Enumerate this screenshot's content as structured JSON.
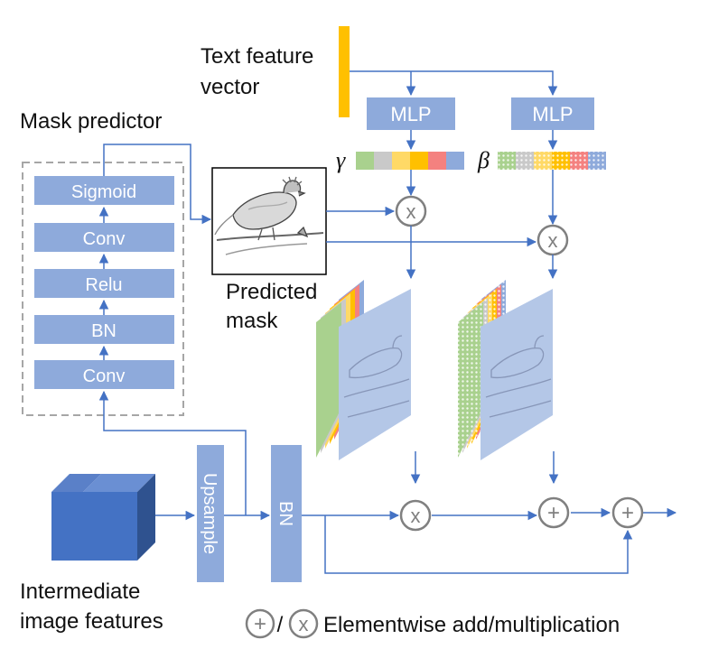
{
  "text_feature_vector_label": "Text feature vector",
  "mask_predictor": {
    "title": "Mask predictor",
    "layers": [
      "Sigmoid",
      "Conv",
      "Relu",
      "BN",
      "Conv"
    ]
  },
  "mlp_labels": [
    "MLP",
    "MLP"
  ],
  "gamma_symbol": "γ",
  "beta_symbol": "β",
  "predicted_mask_label": "Predicted mask",
  "upsample_label": "Upsample",
  "bn_label": "BN",
  "intermediate_image_features_label": "Intermediate image features",
  "legend": {
    "add_symbol": "+",
    "separator": "/",
    "multiply_symbol": "x",
    "text": "Elementwise add/multiplication"
  },
  "colors": {
    "block_fill": "#8eaadb",
    "arrow": "#4472c4",
    "text_feature_bar": "#ffc000",
    "operator_circle": "#808080",
    "dashed_border": "#a6a6a6",
    "cube_front": "#4472c4",
    "cube_side": "#2f528f",
    "cube_top": "#6a8fd3",
    "feature_front": "#b4c7e7",
    "stripe_colors": [
      "#a9d18e",
      "#c9c9c9",
      "#ffd966",
      "#ffc000",
      "#f4817f",
      "#8eaadb"
    ]
  }
}
